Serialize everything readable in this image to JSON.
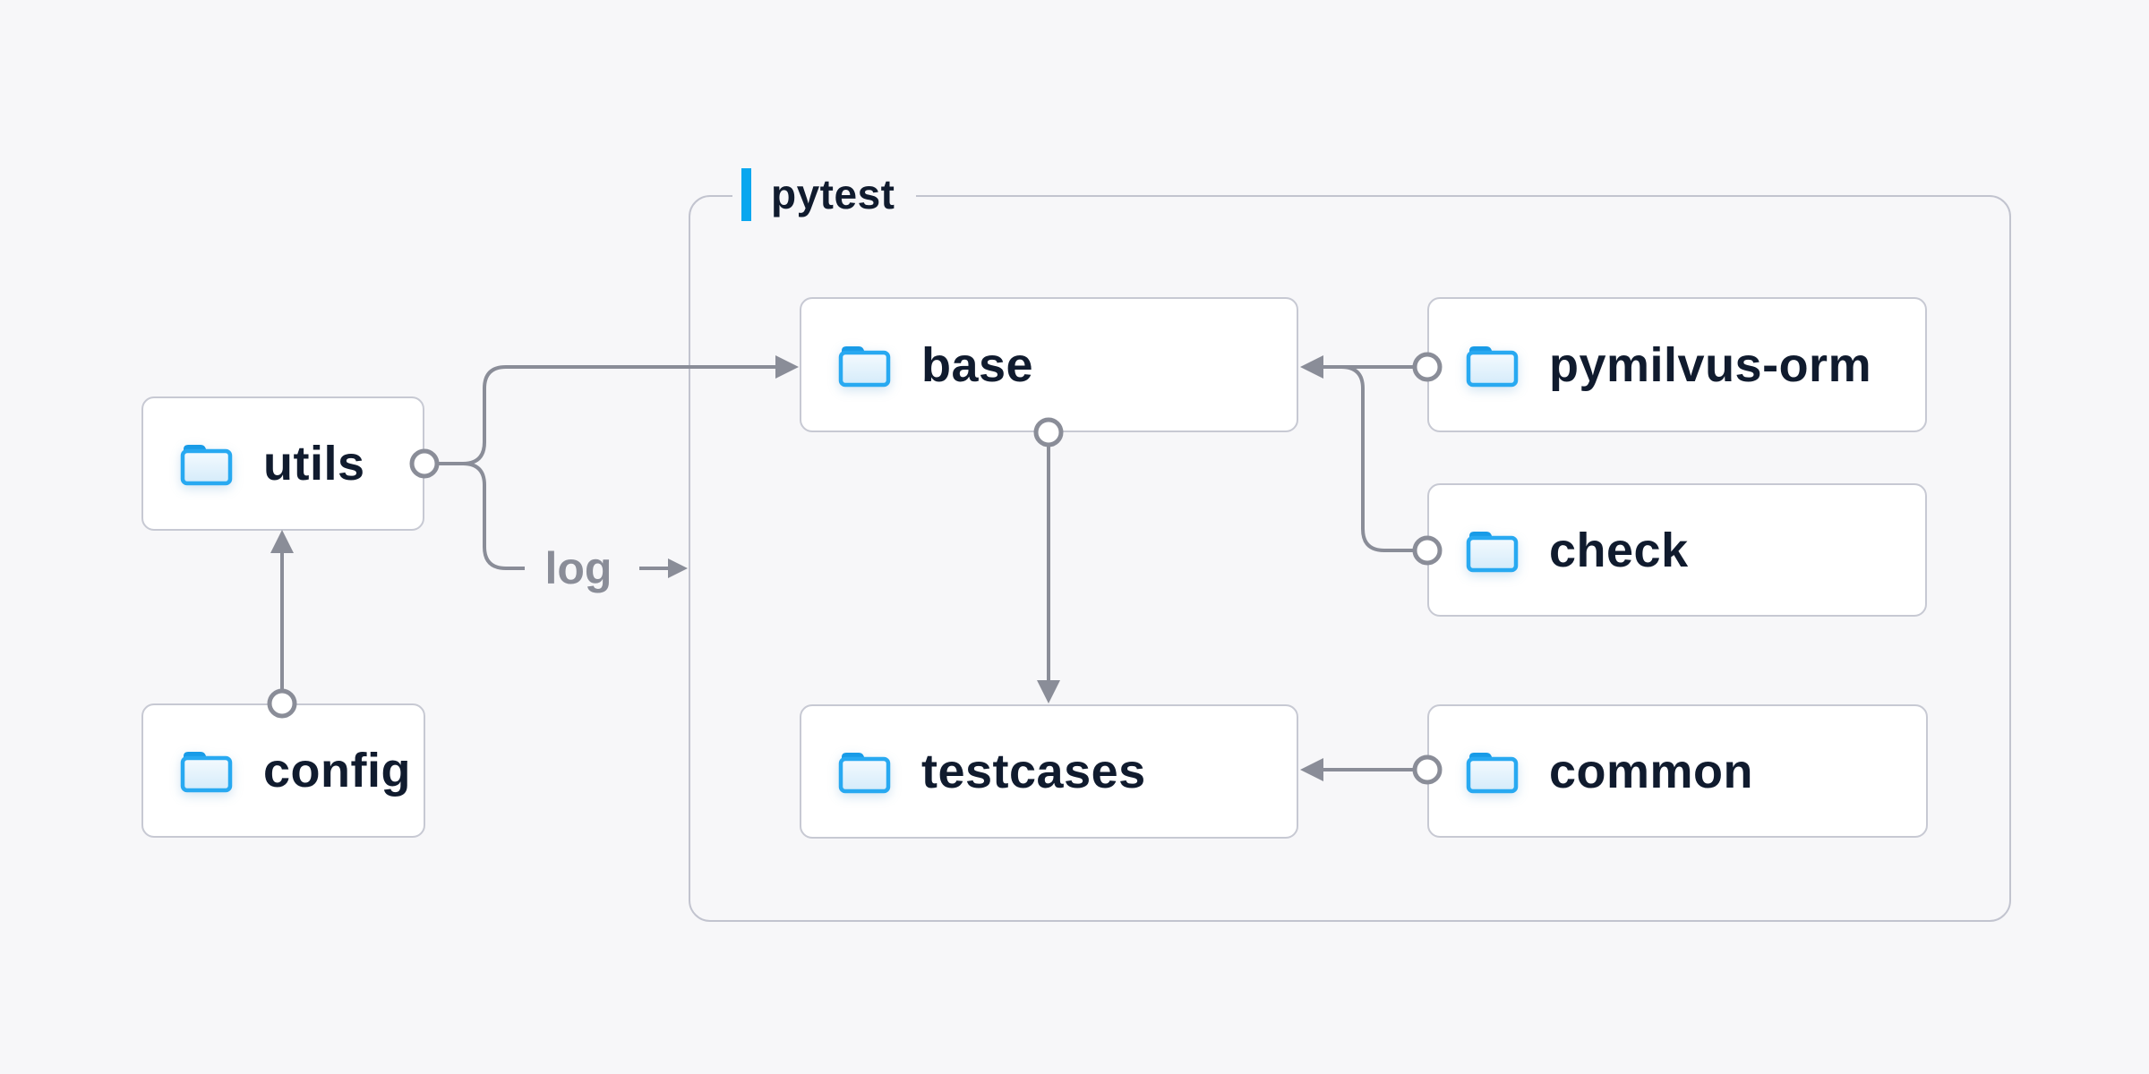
{
  "diagram": {
    "background_color": "#F7F7F9",
    "edge_color": "#8A8D98",
    "accent_blue": "#0AA7EF",
    "text_color": "#101B2E",
    "node_border_color": "#C7C9D3",
    "group": {
      "label": "pytest"
    },
    "edge_label": "log",
    "nodes": [
      {
        "id": "utils",
        "label": "utils",
        "icon": "folder-icon"
      },
      {
        "id": "config",
        "label": "config",
        "icon": "folder-icon"
      },
      {
        "id": "base",
        "label": "base",
        "icon": "folder-icon"
      },
      {
        "id": "testcases",
        "label": "testcases",
        "icon": "folder-icon"
      },
      {
        "id": "pymilvus-orm",
        "label": "pymilvus-orm",
        "icon": "folder-icon"
      },
      {
        "id": "check",
        "label": "check",
        "icon": "folder-icon"
      },
      {
        "id": "common",
        "label": "common",
        "icon": "folder-icon"
      }
    ],
    "edges": [
      {
        "from": "config",
        "to": "utils"
      },
      {
        "from": "utils",
        "to": "base"
      },
      {
        "from": "utils",
        "to": "pytest",
        "label": "log"
      },
      {
        "from": "pymilvus-orm",
        "to": "base"
      },
      {
        "from": "check",
        "to": "base"
      },
      {
        "from": "base",
        "to": "testcases"
      },
      {
        "from": "common",
        "to": "testcases"
      }
    ]
  }
}
